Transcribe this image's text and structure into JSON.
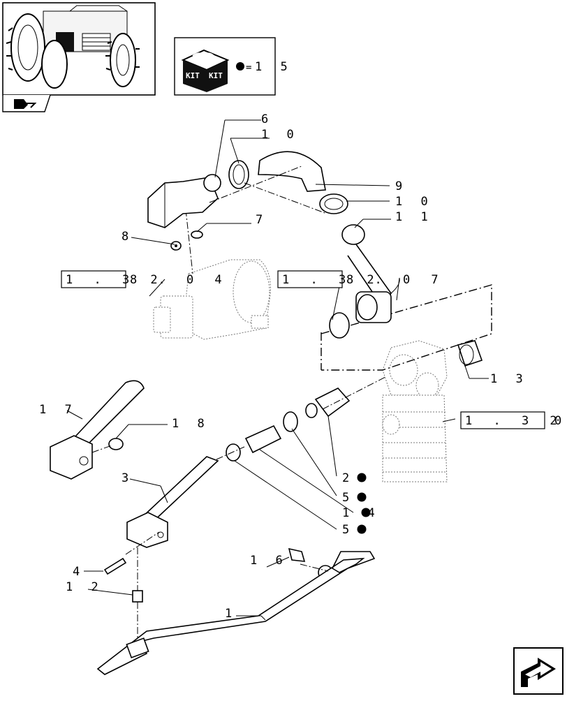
{
  "kit_legend": {
    "kit_text": "KIT",
    "equals_text": "=",
    "value": "1 5"
  },
  "callouts": {
    "c6": "6",
    "c10a": "1 0",
    "c9": "9",
    "c10b": "1 0",
    "c11": "1 1",
    "c7": "7",
    "c8": "8",
    "c13": "1 3",
    "c17": "1 7",
    "c18": "1 8",
    "c3": "3",
    "c2": "2",
    "c5a": "5",
    "c14": "1 4",
    "c5b": "5",
    "c4": "4",
    "c12": "1 2",
    "c16": "1 6",
    "c1": "1"
  },
  "references": {
    "ref_left_box": "1 . 3 2",
    "ref_left_tail": "8 . 0 4",
    "ref_mid_box": "1 . 3 2",
    "ref_mid_tail": "8 . 0 7",
    "ref_right_box": "1 . 3 2 . 8",
    "ref_right_tail": "0"
  }
}
